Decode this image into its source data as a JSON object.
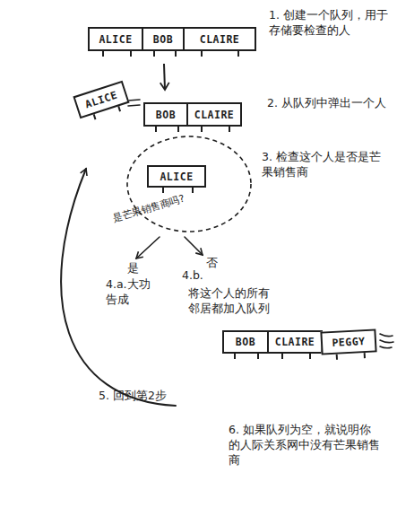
{
  "diagram": {
    "nodes": [
      {
        "text": [
          "ALICE"
        ]
      },
      {
        "text": [
          "BOB"
        ]
      },
      {
        "text": [
          "CLAIRE"
        ]
      },
      {
        "text": [
          "ALICE"
        ]
      },
      {
        "text": [
          "BOB"
        ]
      },
      {
        "text": [
          "CLAIRE"
        ]
      },
      {
        "text": [
          "是芒果销售商吗?"
        ]
      },
      {
        "text": [
          "ALICE"
        ],
        "in": 6
      },
      {
        "text": [
          "BOB"
        ]
      },
      {
        "text": [
          "CLAIRE"
        ]
      },
      {
        "text": [
          "PEGGY"
        ]
      }
    ],
    "edges": [
      {
        "from": 1,
        "to": 4,
        "arrow": "to"
      }
    ],
    "labels": [
      "1. 创建一个队列，用于存储要检查的人",
      "2. 从队列中弹出一个人",
      "3. 检查这个人是否是芒果销售商",
      "是",
      "4.a.大功告成",
      "4.b.",
      "否",
      "将这个人的所有邻居都加入队列",
      "5. 回到第2步",
      "6. 如果队列为空，就说明你的人际关系网中没有芒果销售商"
    ]
  }
}
